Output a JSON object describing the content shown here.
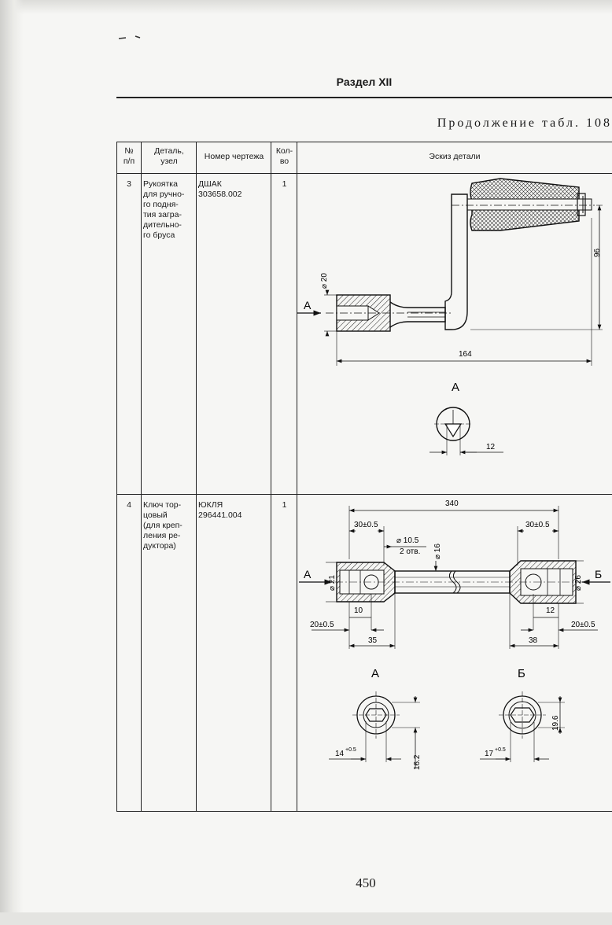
{
  "header": {
    "section_title": "Раздел XII",
    "continuation": "Продолжение табл. 108"
  },
  "table": {
    "columns": [
      "№\nп/п",
      "Деталь,\nузел",
      "Номер чертежа",
      "Кол-\nво",
      "Эскиз детали"
    ],
    "rows": [
      {
        "num": "3",
        "part": "Рукоятка\nдля ручно-\nго подня-\nтия загра-\nдительно-\nго бруса",
        "drawing": "ДШАК\n303658.002",
        "qty": "1"
      },
      {
        "num": "4",
        "part": "Ключ тор-\nцовый\n(для креп-\nления ре-\nдуктора)",
        "drawing": "ЮКЛЯ\n296441.004",
        "qty": "1"
      }
    ]
  },
  "sketch1": {
    "dim_d20": "⌀ 20",
    "dim_96": "96",
    "dim_164": "164",
    "dim_12": "12",
    "label_a": "А",
    "view_a": "А"
  },
  "sketch2": {
    "dim_340": "340",
    "dim_30_left": "30±0.5",
    "dim_30_right": "30±0.5",
    "dim_d10_5": "⌀ 10.5",
    "dim_2_holes": "2 отв.",
    "dim_d16": "⌀ 16",
    "dim_d21": "⌀ 21",
    "dim_d26": "⌀ 26",
    "dim_10": "10",
    "dim_12": "12",
    "dim_20_left": "20±0.5",
    "dim_20_right": "20±0.5",
    "dim_35": "35",
    "dim_38": "38",
    "label_a": "А",
    "label_b": "Б",
    "view_a": "А",
    "view_b": "Б",
    "dim_14": "14",
    "dim_14_tol": "+0.5",
    "dim_16_2": "16.2",
    "dim_17": "17",
    "dim_17_tol": "+0.5",
    "dim_19_6": "19.6"
  },
  "footer": {
    "page_number": "450"
  }
}
